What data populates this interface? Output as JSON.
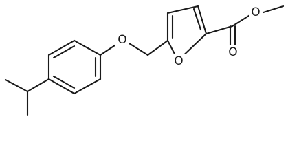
{
  "molecule": {
    "atoms": {
      "ether_oxygen": "O",
      "furan_oxygen": "O",
      "carbonyl_oxygen": "O",
      "ester_oxygen": "O"
    }
  }
}
